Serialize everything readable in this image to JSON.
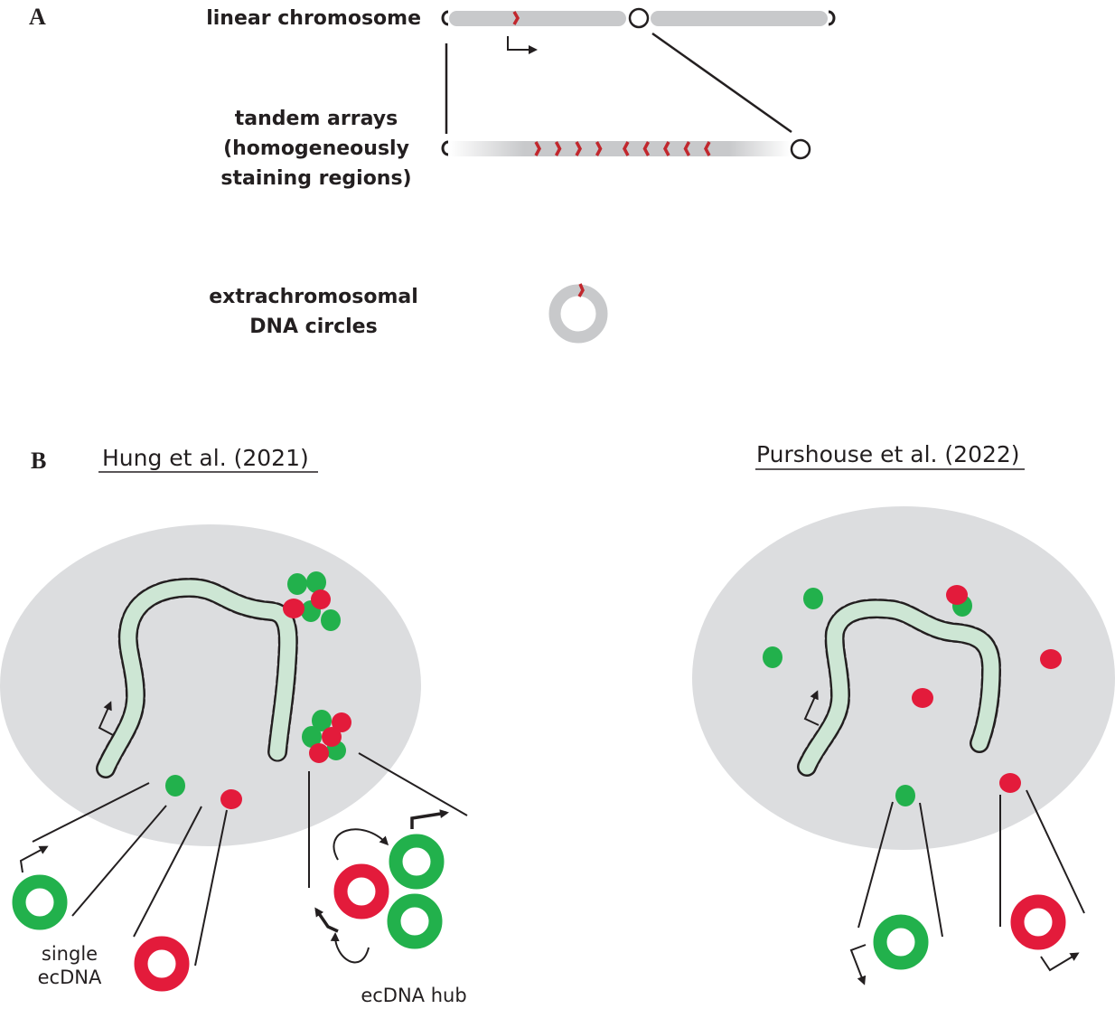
{
  "panel_a": {
    "letter": "A",
    "labels": {
      "linear": "linear chromosome",
      "tandem": [
        "tandem arrays",
        "(homogeneously",
        "staining regions)"
      ],
      "ecdna": [
        "extrachromosomal",
        "DNA circles"
      ]
    },
    "tandem_repeat_count": 9
  },
  "panel_b": {
    "letter": "B",
    "left": {
      "title": "Hung et al. (2021)",
      "single_label": [
        "single",
        "ecDNA"
      ],
      "hub_label": "ecDNA hub"
    },
    "right": {
      "title": "Purshouse et al. (2022)"
    }
  },
  "colors": {
    "nucleus": "#dcdddf",
    "chromosome_gray": "#c8c9cb",
    "green": "#22b14c",
    "red": "#e31b3b",
    "dark_red": "#c1272d",
    "chromatin_fill": "#cde6d4",
    "ink": "#231f20"
  }
}
